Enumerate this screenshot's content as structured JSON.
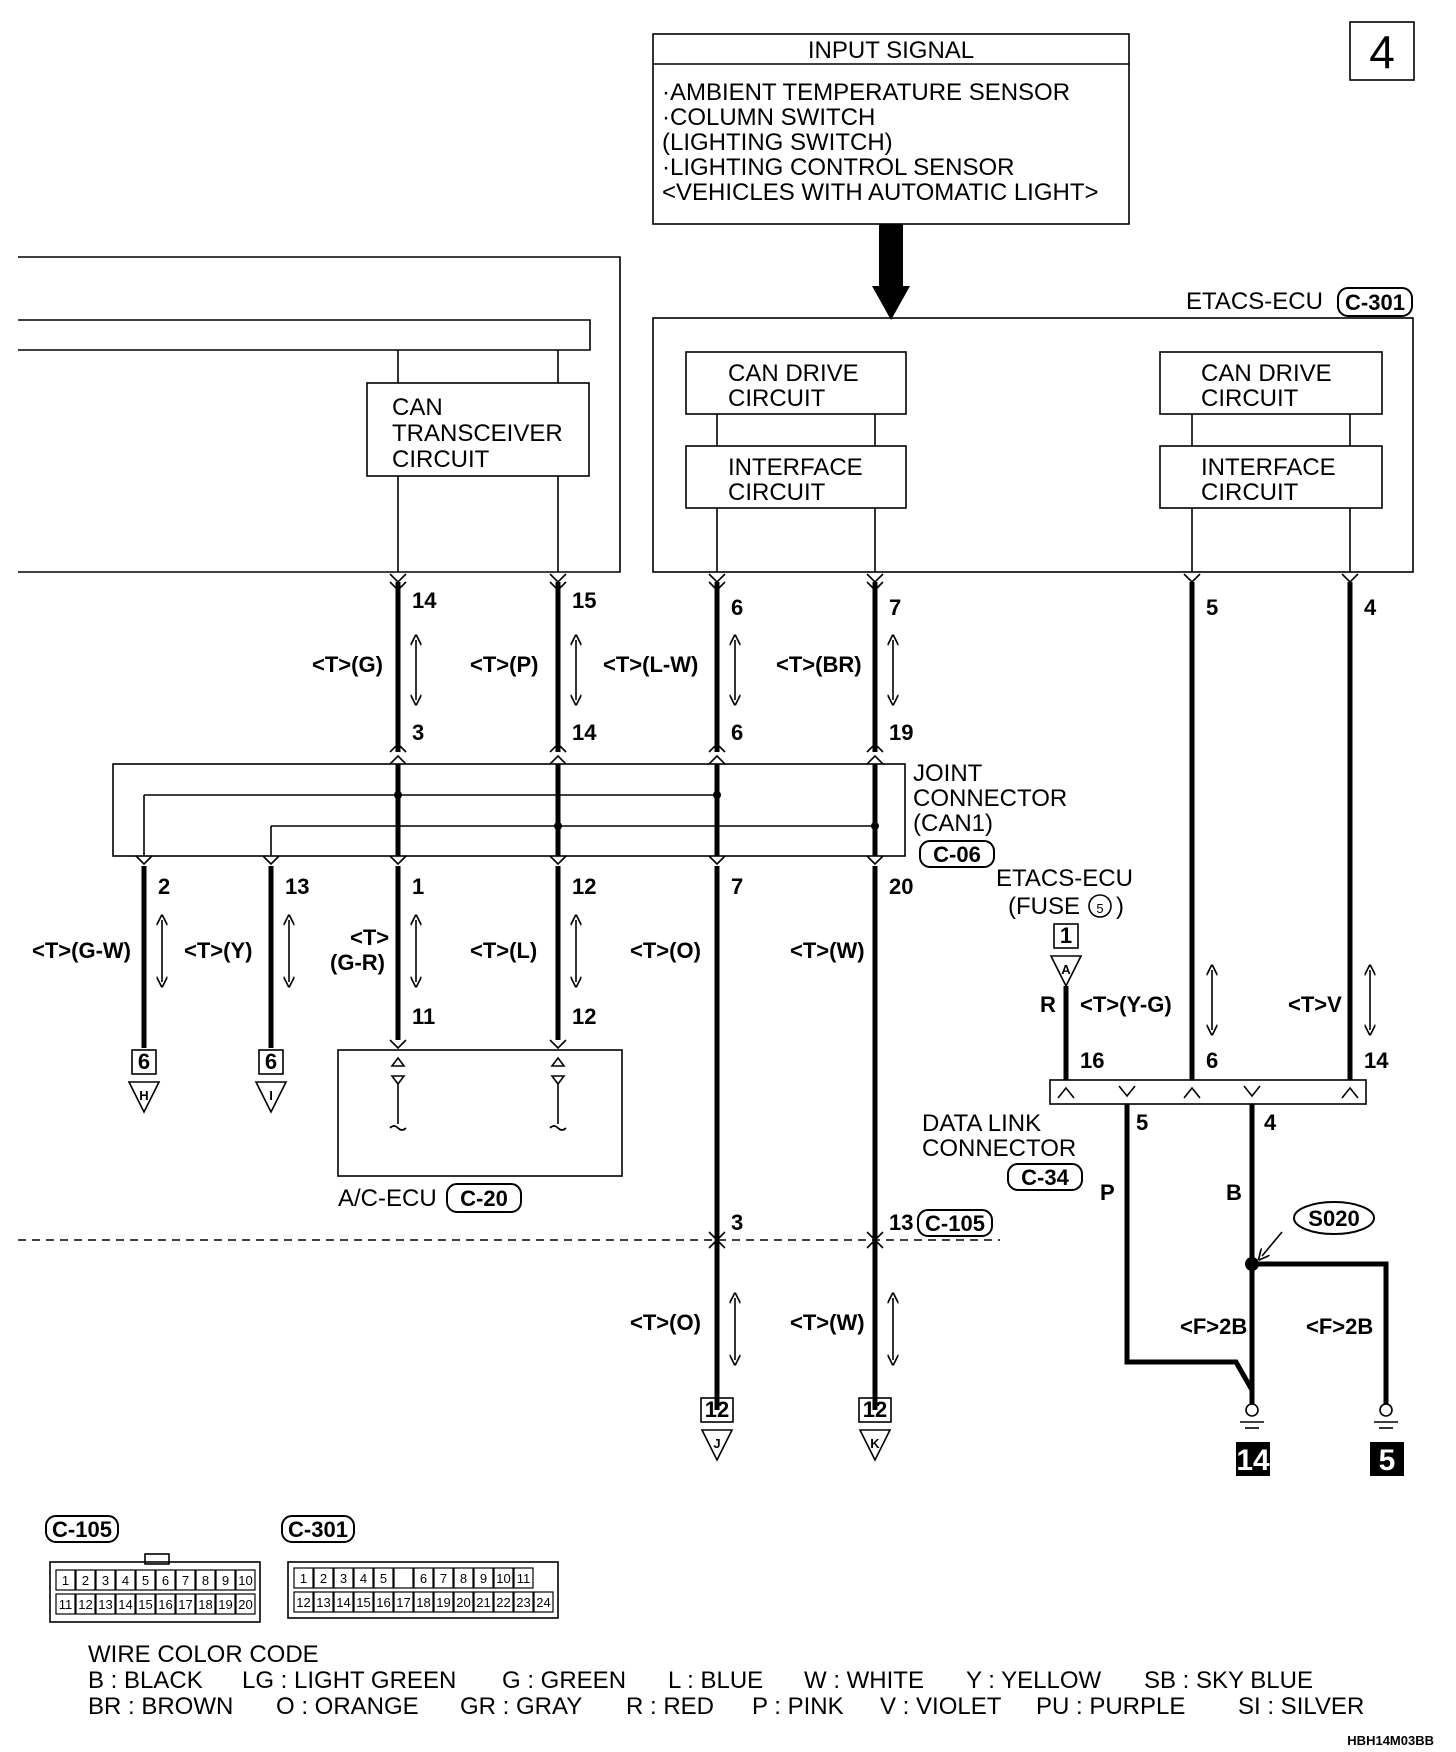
{
  "page_number": "4",
  "input_signal": {
    "title": "INPUT SIGNAL",
    "lines": [
      "·AMBIENT TEMPERATURE SENSOR",
      "·COLUMN SWITCH",
      " (LIGHTING SWITCH)",
      "·LIGHTING CONTROL SENSOR",
      " <VEHICLES WITH AUTOMATIC LIGHT>"
    ]
  },
  "etacs_ecu": {
    "label": "ETACS-ECU",
    "connector": "C-301"
  },
  "blocks": {
    "can_drive": [
      "CAN DRIVE",
      "CIRCUIT"
    ],
    "interface": [
      "INTERFACE",
      "CIRCUIT"
    ],
    "can_transceiver": [
      "CAN",
      "TRANSCEIVER",
      "CIRCUIT"
    ]
  },
  "upper_pins": [
    "14",
    "15",
    "6",
    "7",
    "5",
    "4"
  ],
  "upper_wire_labels": [
    "<T>(G)",
    "<T>(P)",
    "<T>(L-W)",
    "<T>(BR)"
  ],
  "joint_top_pins": [
    "3",
    "14",
    "6",
    "19"
  ],
  "joint_connector": {
    "lines": [
      "JOINT",
      "CONNECTOR",
      "(CAN1)"
    ],
    "connector": "C-06"
  },
  "joint_bottom_pins": [
    "2",
    "13",
    "1",
    "12",
    "7",
    "20"
  ],
  "lower_wire_labels": [
    "<T>(G-W)",
    "<T>(Y)",
    "<T>",
    "(G-R)",
    "<T>(L)",
    "<T>(O)",
    "<T>(W)"
  ],
  "ac_ecu": {
    "label": "A/C-ECU",
    "connector": "C-20",
    "pins": [
      "11",
      "12"
    ]
  },
  "offpage_refs": [
    {
      "page": "6",
      "letter": "H"
    },
    {
      "page": "6",
      "letter": "I"
    },
    {
      "page": "12",
      "letter": "J"
    },
    {
      "page": "12",
      "letter": "K"
    }
  ],
  "fuse": {
    "lines": [
      "ETACS-ECU",
      "(FUSE"
    ],
    "fuse_no": "5",
    "page": "1",
    "letter": "A"
  },
  "dlc_wire_labels": [
    "R",
    "<T>(Y-G)",
    "<T>V"
  ],
  "dlc": {
    "lines": [
      "DATA LINK",
      "CONNECTOR"
    ],
    "connector": "C-34",
    "top_pins": [
      "16",
      "6",
      "14"
    ],
    "bottom_pins": [
      "5",
      "4"
    ]
  },
  "c105_pins": {
    "pin3": "3",
    "pin13": "13",
    "connector": "C-105"
  },
  "lower_wire_labels2": [
    "<T>(O)",
    "<T>(W)"
  ],
  "ground": {
    "wire_p": "P",
    "wire_b": "B",
    "splice": "S020",
    "labels": [
      "<F>2B",
      "<F>2B"
    ],
    "grounds": [
      "14",
      "5"
    ]
  },
  "connector_views": {
    "c105": {
      "label": "C-105",
      "row1": [
        "1",
        "2",
        "3",
        "4",
        "5",
        "6",
        "7",
        "8",
        "9",
        "10"
      ],
      "row2": [
        "11",
        "12",
        "13",
        "14",
        "15",
        "16",
        "17",
        "18",
        "19",
        "20"
      ]
    },
    "c301": {
      "label": "C-301",
      "row1": [
        "1",
        "2",
        "3",
        "4",
        "5",
        "",
        "6",
        "7",
        "8",
        "9",
        "10",
        "11"
      ],
      "row2": [
        "12",
        "13",
        "14",
        "15",
        "16",
        "17",
        "18",
        "19",
        "20",
        "21",
        "22",
        "23",
        "24"
      ]
    }
  },
  "wire_color_code": {
    "title": "WIRE COLOR CODE",
    "row1": [
      "B : BLACK",
      "LG : LIGHT GREEN",
      "G : GREEN",
      "L : BLUE",
      "W : WHITE",
      "Y : YELLOW",
      "SB : SKY BLUE"
    ],
    "row2": [
      "BR : BROWN",
      "O : ORANGE",
      "GR : GRAY",
      "R : RED",
      "P : PINK",
      "V : VIOLET",
      "PU : PURPLE",
      "SI : SILVER"
    ]
  },
  "figure_code": "HBH14M03BB"
}
